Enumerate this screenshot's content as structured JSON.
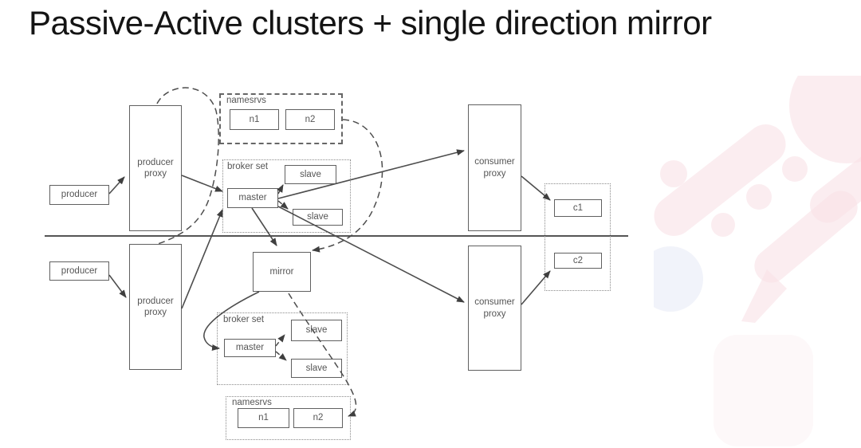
{
  "title": "Passive-Active clusters + single direction mirror",
  "colors": {
    "title_text": "#141414",
    "box_border": "#606060",
    "label_text": "#555555",
    "connector_line": "#4d4d4d",
    "watermark_pink": "#f8e2e6",
    "watermark_blue": "#e9ecf7"
  },
  "watermark_icon": "rocketmq-rocket-logo",
  "diagram": {
    "upper_cluster": {
      "producer": "producer",
      "producer_proxy": "producer proxy",
      "namesrvs": {
        "label": "namesrvs",
        "n1": "n1",
        "n2": "n2"
      },
      "broker_set": {
        "label": "broker set",
        "master": "master",
        "slave1": "slave",
        "slave2": "slave"
      },
      "consumer_proxy": "consumer proxy",
      "c1": "c1"
    },
    "lower_cluster": {
      "producer": "producer",
      "producer_proxy": "producer proxy",
      "mirror": "mirror",
      "broker_set": {
        "label": "broker set",
        "master": "master",
        "slave1": "slave",
        "slave2": "slave"
      },
      "namesrvs": {
        "label": "namesrvs",
        "n1": "n1",
        "n2": "n2"
      },
      "consumer_proxy": "consumer proxy",
      "c2": "c2"
    }
  }
}
